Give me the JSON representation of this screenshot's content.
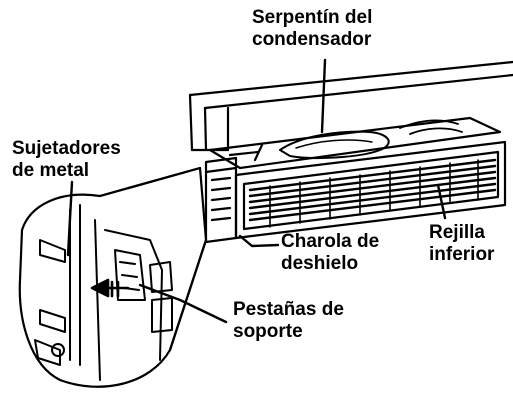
{
  "labels": {
    "serpentin": {
      "line1": "Serpentín del",
      "line2": "condensador"
    },
    "sujetadores": {
      "line1": "Sujetadores",
      "line2": "de metal"
    },
    "charola": {
      "line1": "Charola de",
      "line2": "deshielo"
    },
    "rejilla": {
      "line1": "Rejilla",
      "line2": "inferior"
    },
    "pestanas": {
      "line1": "Pestañas de",
      "line2": "soporte"
    }
  },
  "colors": {
    "ink": "#000000",
    "paper": "#ffffff"
  }
}
